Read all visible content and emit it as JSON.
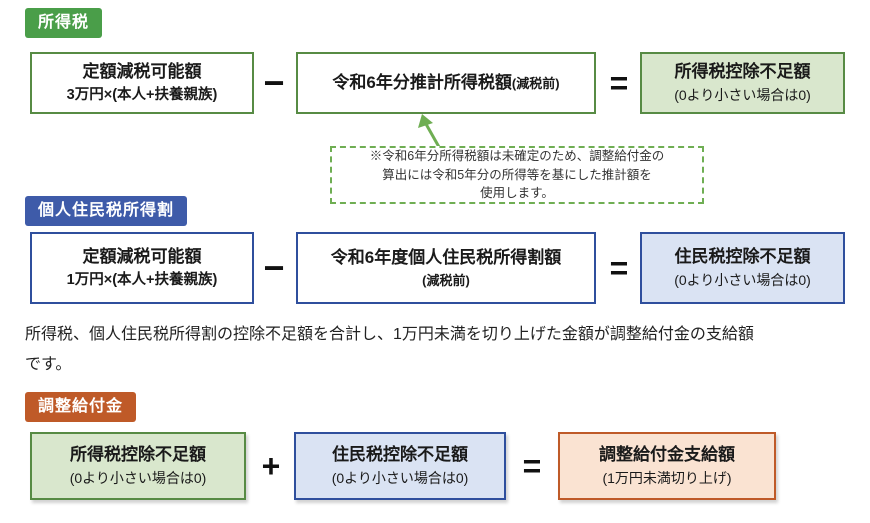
{
  "income_tax": {
    "label": "所得税",
    "box1": {
      "line1": "定額減税可能額",
      "line2": "3万円×(本人+扶養親族)"
    },
    "minus": "−",
    "box2": {
      "main": "令和6年分推計所得税額",
      "sub": "(減税前)"
    },
    "equals": "=",
    "box3": {
      "line1": "所得税控除不足額",
      "line2": "(0より小さい場合は0)"
    },
    "note": {
      "line1": "※令和6年分所得税額は未確定のため、調整給付金の",
      "line2": "算出には令和5年分の所得等を基にした推計額を",
      "line3": "使用します。"
    }
  },
  "resident_tax": {
    "label": "個人住民税所得割",
    "box1": {
      "line1": "定額減税可能額",
      "line2": "1万円×(本人+扶養親族)"
    },
    "minus": "−",
    "box2": {
      "line1": "令和6年度個人住民税所得割額",
      "line2": "(減税前)"
    },
    "equals": "=",
    "box3": {
      "line1": "住民税控除不足額",
      "line2": "(0より小さい場合は0)"
    }
  },
  "description": {
    "line1": "所得税、個人住民税所得割の控除不足額を合計し、1万円未満を切り上げた金額が調整給付金の支給額",
    "line2": "です。"
  },
  "adjustment": {
    "label": "調整給付金",
    "box1": {
      "line1": "所得税控除不足額",
      "line2": "(0より小さい場合は0)"
    },
    "plus": "+",
    "box2": {
      "line1": "住民税控除不足額",
      "line2": "(0より小さい場合は0)"
    },
    "equals": "=",
    "box3": {
      "line1": "調整給付金支給額",
      "line2": "(1万円未満切り上げ)"
    }
  },
  "colors": {
    "green_label": "#4a9e49",
    "green_border": "#578b44",
    "green_fill": "#d9e7cd",
    "green_dashed": "#6fae53",
    "blue_label": "#3e5ba9",
    "blue_border": "#2f4f9d",
    "blue_fill": "#dae3f3",
    "orange_label": "#bf5a28",
    "orange_fill": "#fae3d2"
  }
}
